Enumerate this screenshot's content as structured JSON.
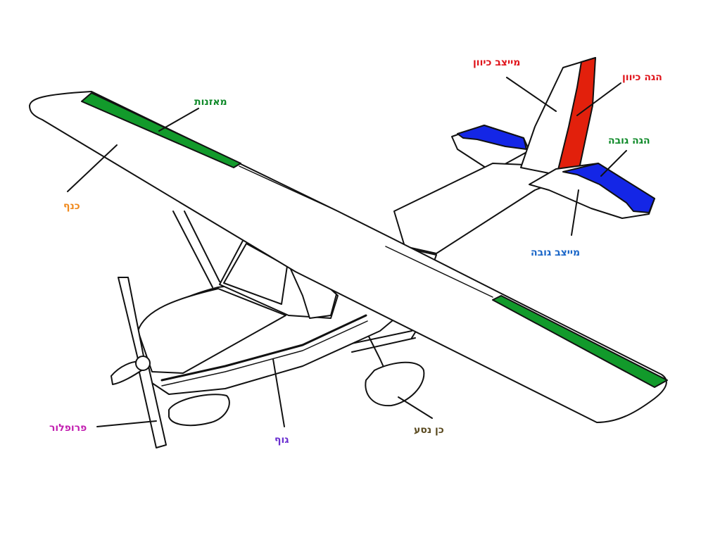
{
  "labels": {
    "rudder": {
      "text": "הגה כיוון",
      "color": "#e0141b"
    },
    "vstab": {
      "text": "מייצב כיוון",
      "color": "#e0141b"
    },
    "ailerons": {
      "text": "מאזנות",
      "color": "#108a2a"
    },
    "elevator": {
      "text": "הגה גובה",
      "color": "#108a2a"
    },
    "wing": {
      "text": "כנף",
      "color": "#f08a1e"
    },
    "hstab": {
      "text": "מייצב גובה",
      "color": "#1a66c8"
    },
    "propeller": {
      "text": "פרופלור",
      "color": "#c21fb0"
    },
    "fuselage": {
      "text": "גוף",
      "color": "#6a2fd0"
    },
    "landing_gear": {
      "text": "כן נסע",
      "color": "#5a4a20"
    }
  },
  "colors": {
    "aileron_fill": "#129a2b",
    "elevator_fill": "#1426e6",
    "rudder_fill": "#e2200c",
    "outline": "#111111"
  }
}
